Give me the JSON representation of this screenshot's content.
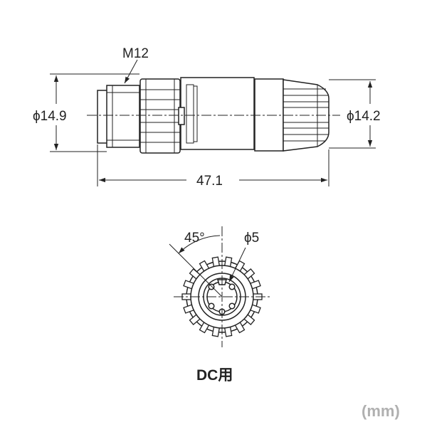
{
  "labels": {
    "thread": "M12",
    "diameter_left": "ϕ14.9",
    "diameter_right": "ϕ14.2",
    "length": "47.1",
    "angle": "45°",
    "pin_circle": "ϕ5",
    "caption": "DC用",
    "unit": "(mm)"
  },
  "icons": {
    "connector_side": "connector-side-view-drawing",
    "connector_face": "connector-face-view-drawing"
  }
}
